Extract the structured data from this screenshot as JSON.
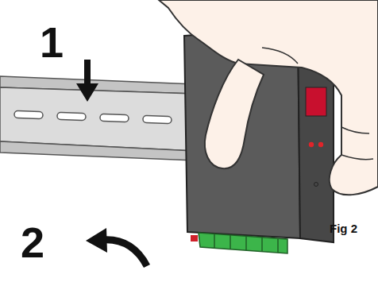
{
  "diagram": {
    "caption": "Fig 2",
    "labels": [
      "1",
      "2"
    ]
  }
}
